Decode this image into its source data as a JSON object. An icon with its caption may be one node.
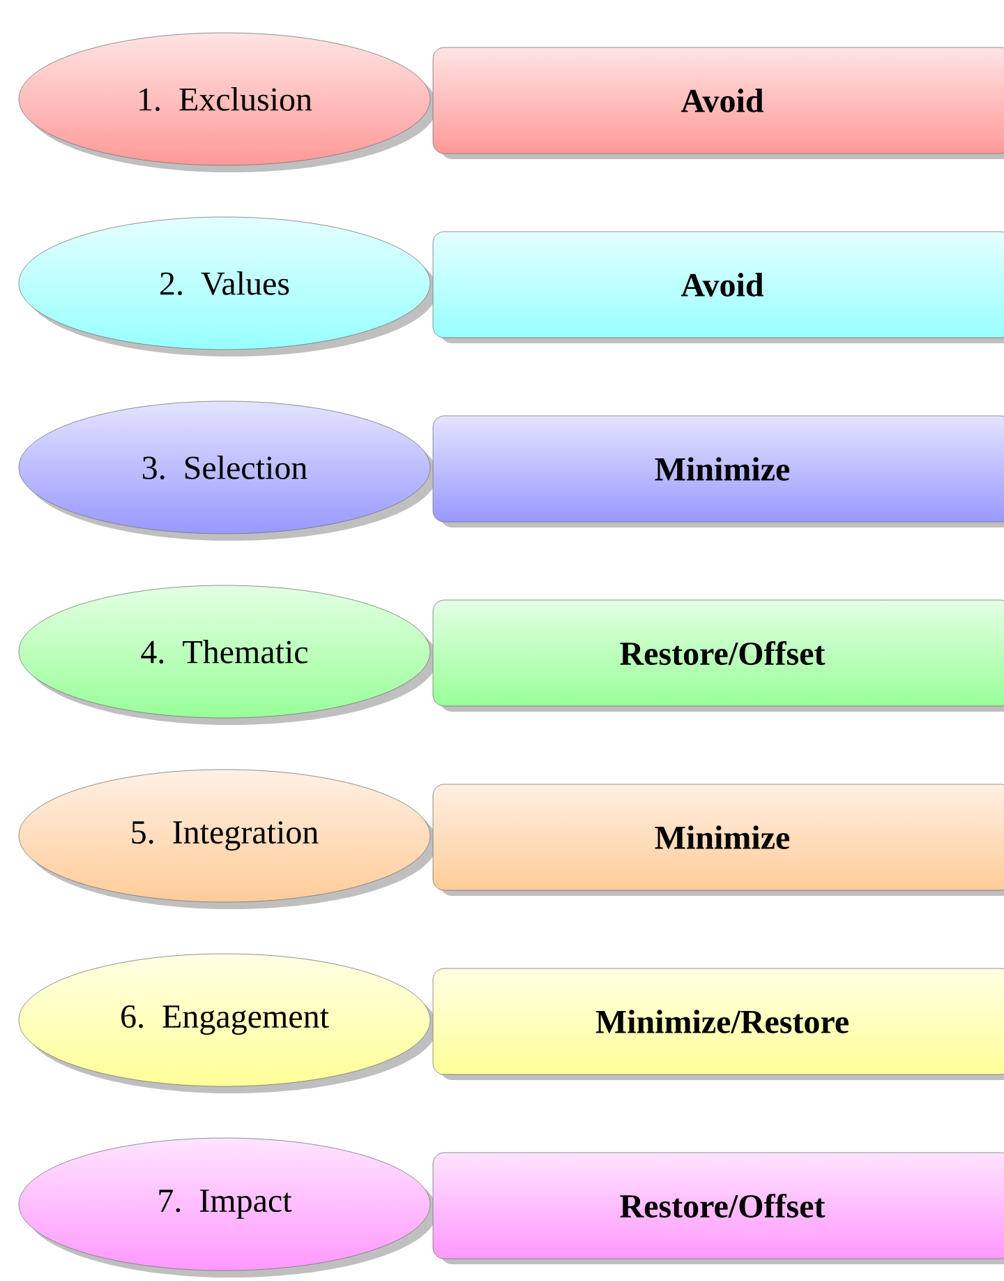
{
  "diagram": {
    "nodes": [
      {
        "text": [
          "1. Exclusion"
        ]
      },
      {
        "text": [
          "Avoid"
        ]
      },
      {
        "text": [
          "2. Values"
        ]
      },
      {
        "text": [
          "Avoid"
        ]
      },
      {
        "text": [
          "3. Selection"
        ]
      },
      {
        "text": [
          "Minimize"
        ]
      },
      {
        "text": [
          "4. Thematic"
        ]
      },
      {
        "text": [
          "Restore/Offset"
        ]
      },
      {
        "text": [
          "5. Integration"
        ]
      },
      {
        "text": [
          "Minimize"
        ]
      },
      {
        "text": [
          "6. Engagement"
        ]
      },
      {
        "text": [
          "Minimize/Restore"
        ]
      },
      {
        "text": [
          "7. Impact"
        ]
      },
      {
        "text": [
          "Restore/Offset"
        ]
      }
    ]
  }
}
